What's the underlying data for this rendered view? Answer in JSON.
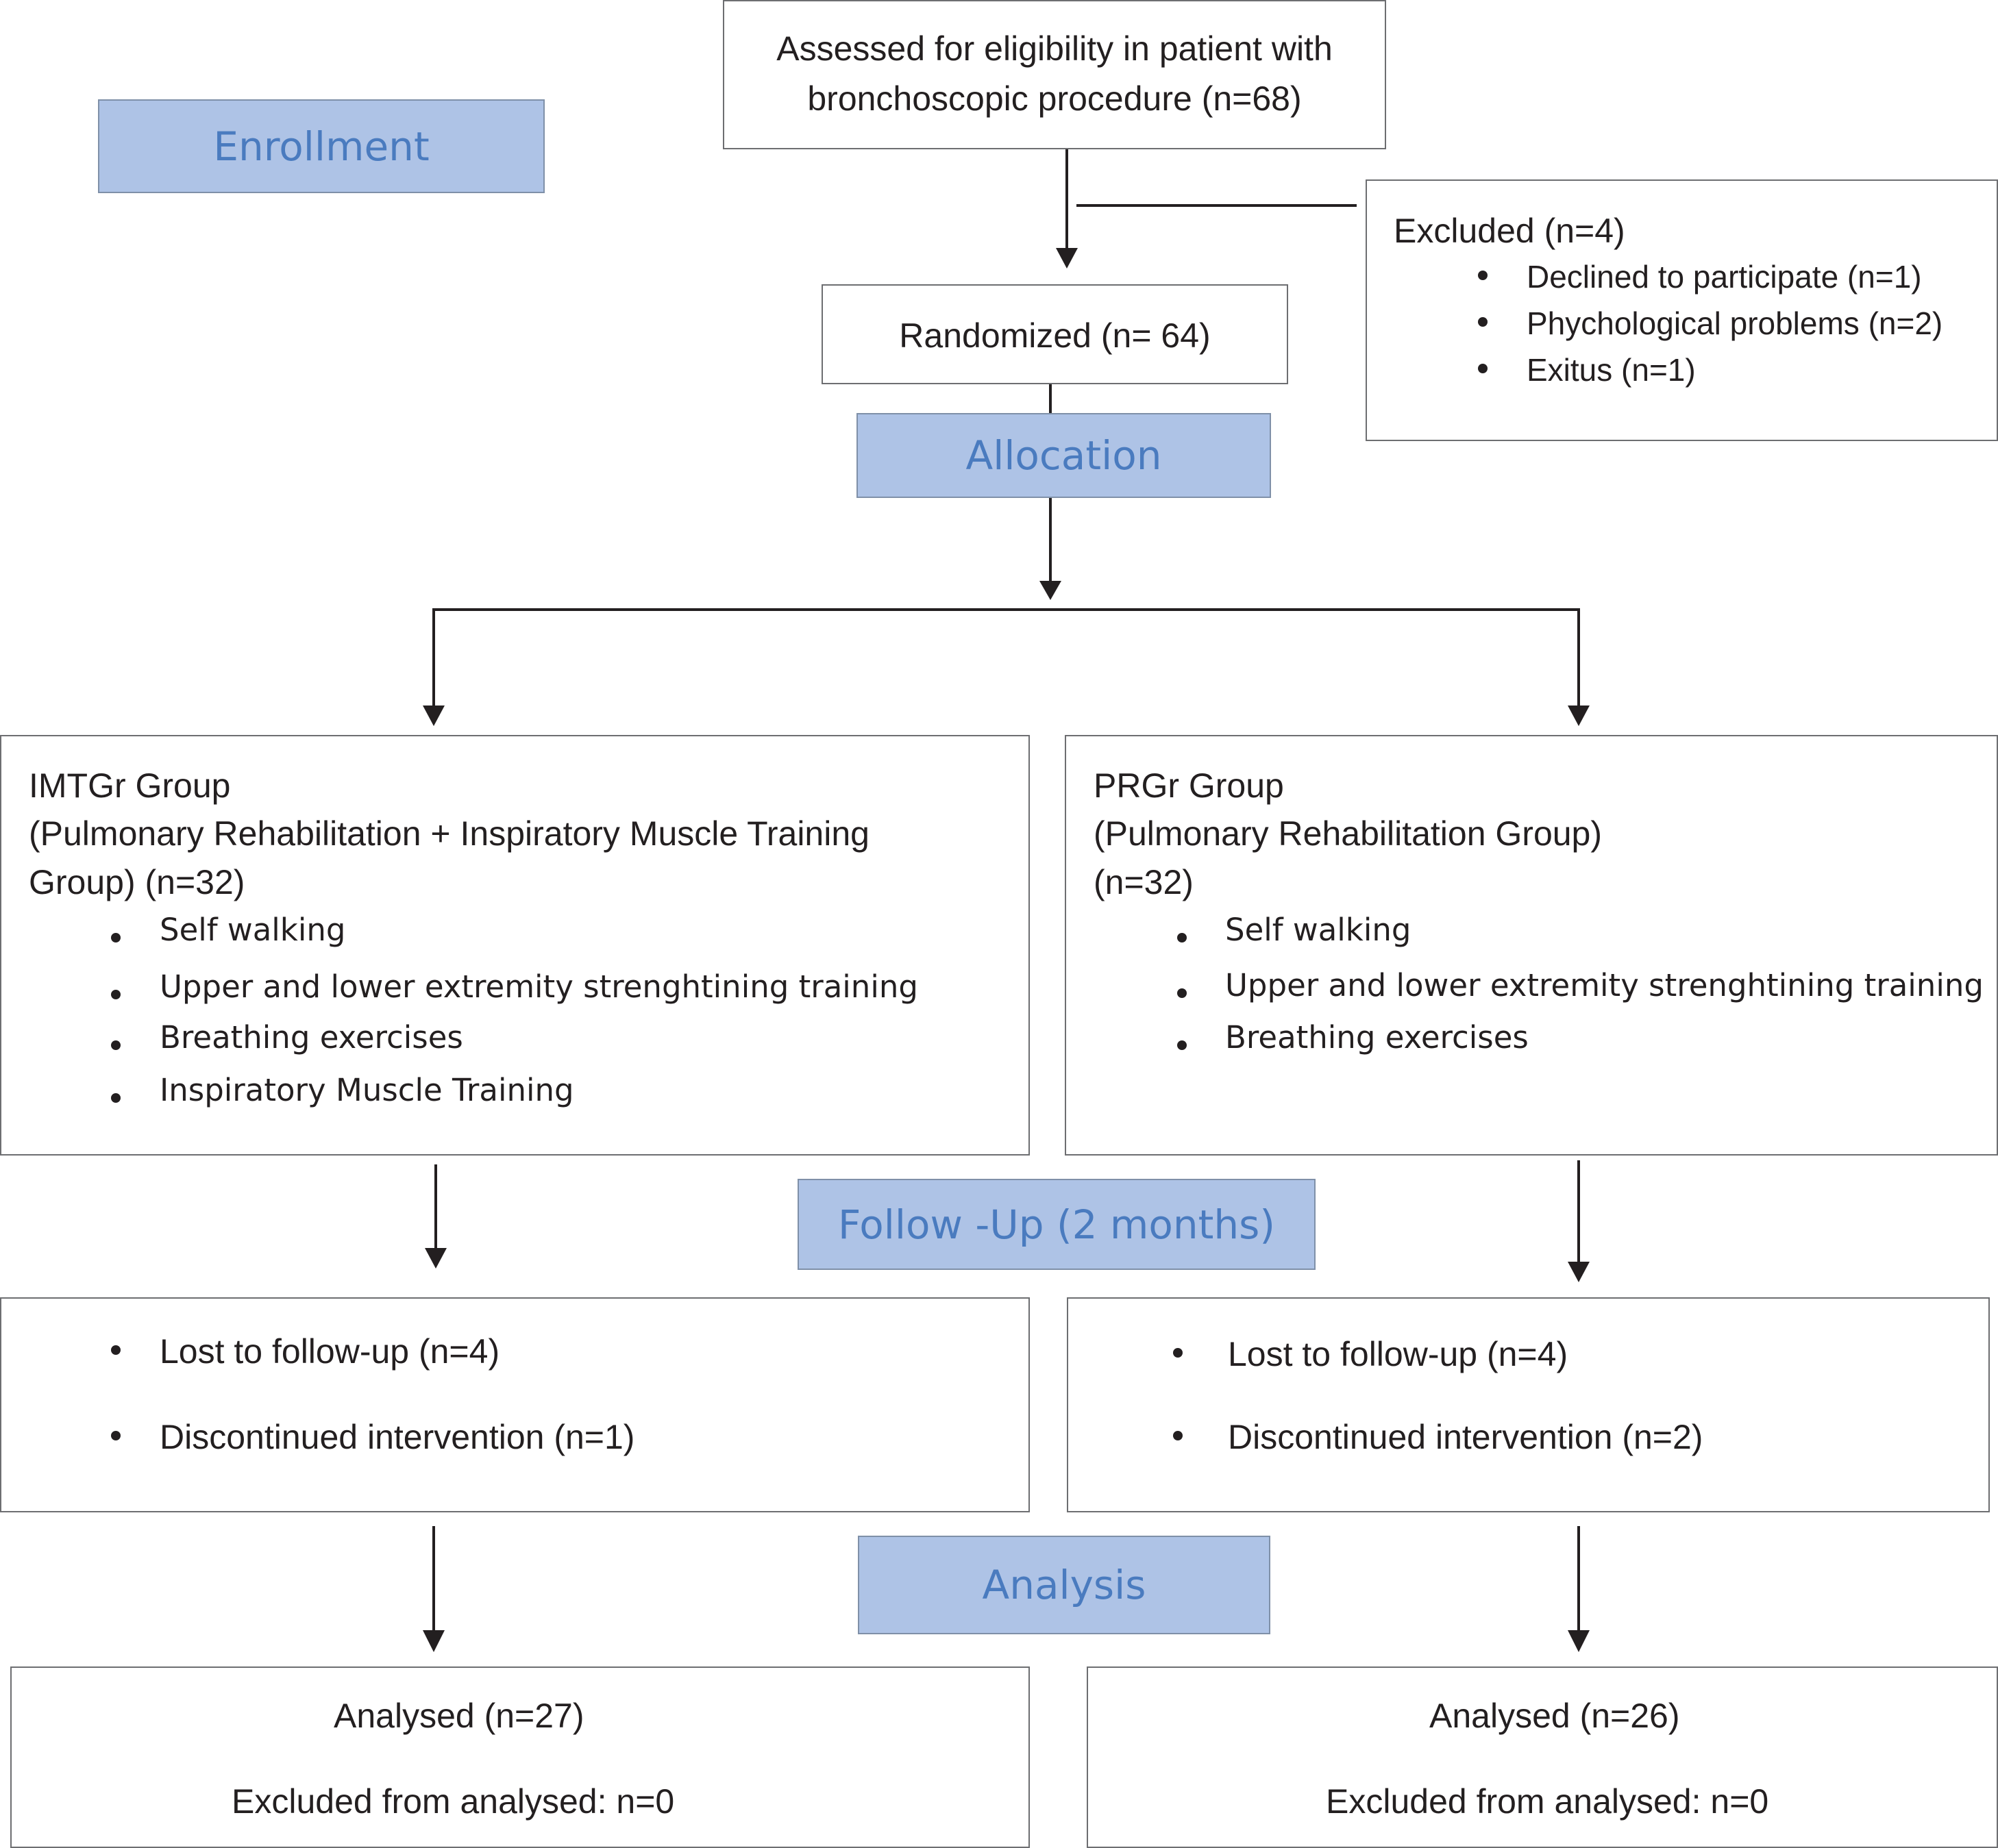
{
  "stages": {
    "enrollment": "Enrollment",
    "allocation": "Allocation",
    "follow_up": "Follow -Up (2 months)",
    "analysis": "Analysis"
  },
  "assessed": {
    "line1": "Assessed for eligibility in patient with",
    "line2": "bronchoscopic procedure (n=68)"
  },
  "excluded": {
    "title": "Excluded (n=4)",
    "items": [
      "Declined to participate (n=1)",
      "Phychological problems (n=2)",
      "Exitus (n=1)"
    ]
  },
  "randomized": "Randomized (n= 64)",
  "imt_group": {
    "line1": "IMTGr Group",
    "line2": "(Pulmonary Rehabilitation + Inspiratory Muscle Training",
    "line3": "Group) (n=32)",
    "items": [
      "Self walking",
      "Upper and lower extremity strenghtining training",
      "Breathing exercises",
      "Inspiratory Muscle Training"
    ]
  },
  "pr_group": {
    "line1": "PRGr Group",
    "line2": "(Pulmonary Rehabilitation Group)",
    "line3": "(n=32)",
    "items": [
      "Self walking",
      "Upper and lower extremity strenghtining training",
      "Breathing exercises"
    ]
  },
  "followup_left": [
    "Lost to follow-up (n=4)",
    "Discontinued intervention (n=1)"
  ],
  "followup_right": [
    "Lost to follow-up (n=4)",
    "Discontinued intervention (n=2)"
  ],
  "analysis_left": {
    "analysed": "Analysed (n=27)",
    "excluded": "Excluded from analysed: n=0"
  },
  "analysis_right": {
    "analysed": "Analysed (n=26)",
    "excluded": "Excluded from analysed: n=0"
  }
}
